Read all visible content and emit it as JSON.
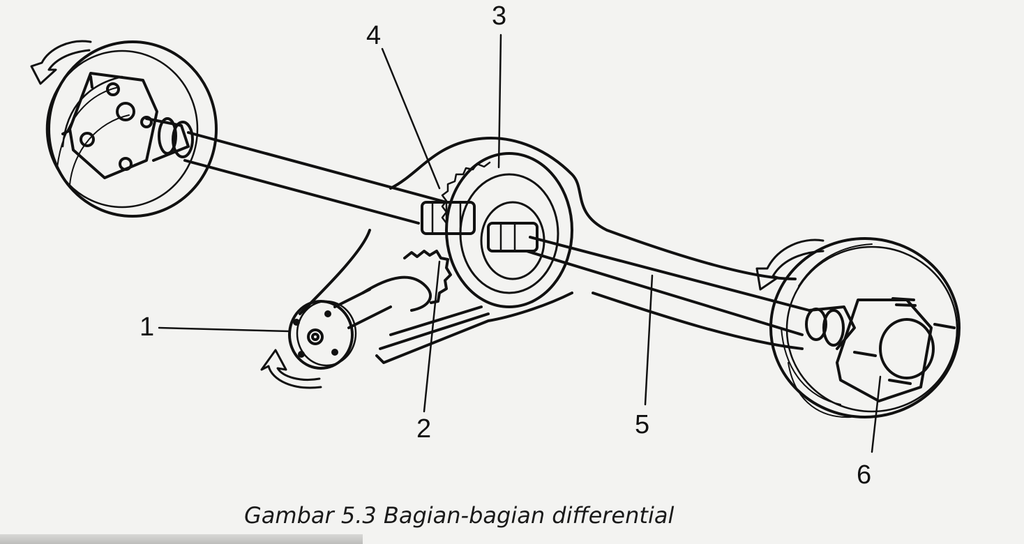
{
  "figure": {
    "caption": "Gambar 5.3 Bagian-bagian differential",
    "callouts": [
      {
        "id": "1",
        "text": "1"
      },
      {
        "id": "2",
        "text": "2"
      },
      {
        "id": "3",
        "text": "3"
      },
      {
        "id": "4",
        "text": "4"
      },
      {
        "id": "5",
        "text": "5"
      },
      {
        "id": "6",
        "text": "6"
      }
    ]
  },
  "colors": {
    "paper": "#f3f3f1",
    "ink": "#111111"
  }
}
